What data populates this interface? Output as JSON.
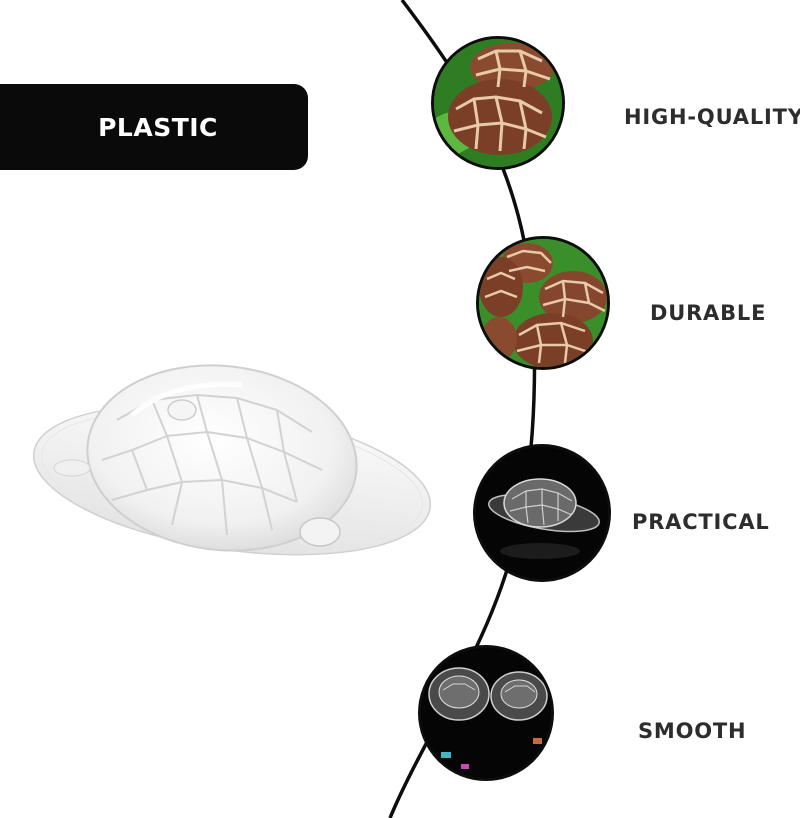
{
  "banner": {
    "label": "PLASTIC",
    "background": "#0a0a0a",
    "text_color": "#ffffff"
  },
  "product": {
    "icon": "turtle-egg-mold-icon"
  },
  "features": [
    {
      "label": "HIGH-QUALITY",
      "icon": "chocolate-eggs-icon"
    },
    {
      "label": "DURABLE",
      "icon": "chocolate-eggs-icon"
    },
    {
      "label": "PRACTICAL",
      "icon": "mold-dark-icon"
    },
    {
      "label": "SMOOTH",
      "icon": "mold-pair-icon"
    }
  ],
  "colors": {
    "line": "#0d0d0d",
    "label": "#2d2d2d",
    "leaf": "#3f9a2e",
    "chocolate": "#8a4a2f",
    "chocolate_light": "#e8c9a8"
  }
}
